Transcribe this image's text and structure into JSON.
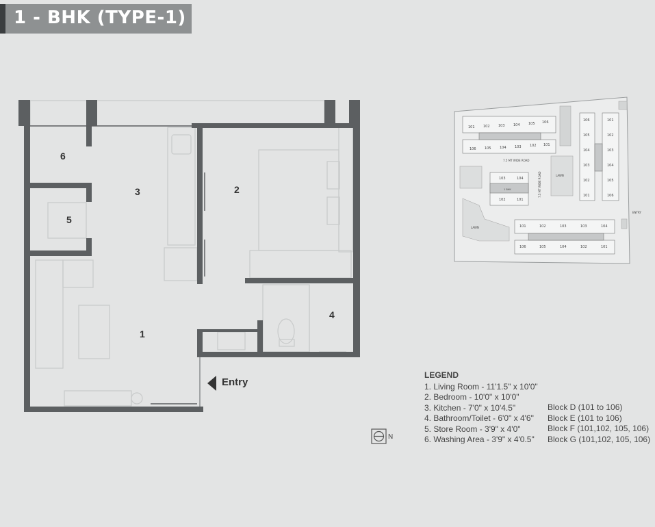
{
  "title": "1 - BHK (TYPE-1)",
  "entry_label": "Entry",
  "rooms": {
    "r1": "1",
    "r2": "2",
    "r3": "3",
    "r4": "4",
    "r5": "5",
    "r6": "6"
  },
  "legend": {
    "heading": "LEGEND",
    "items": [
      "1. Living Room - 11'1.5\" x 10'0\"",
      "2. Bedroom - 10'0\" x 10'0\"",
      "3. Kitchen - 7'0\" x 10'4.5\"",
      "4. Bathroom/Toilet - 6'0\" x 4'6\"",
      "5. Store Room - 3'9\" x 4'0\"",
      "6. Washing Area - 3'9\" x 4'0.5\""
    ],
    "blocks": [
      "Block D (101 to 106)",
      "Block E (101 to 106)",
      "Block F (101,102, 105, 106)",
      "Block G (101,102, 105, 106)"
    ]
  },
  "north_label": "N",
  "site_plan": {
    "top_row_a": [
      "101",
      "102",
      "103",
      "104",
      "105",
      "106"
    ],
    "top_row_b": [
      "106",
      "105",
      "104",
      "103",
      "102",
      "101"
    ],
    "right_col_a": [
      "106",
      "105",
      "104",
      "103",
      "102",
      "101"
    ],
    "right_col_b": [
      "101",
      "102",
      "103",
      "104",
      "105",
      "106"
    ],
    "mid_a": [
      "103",
      "104"
    ],
    "mid_b": [
      "102",
      "101"
    ],
    "bottom_row_a": [
      "101",
      "102",
      "103",
      "103",
      "104"
    ],
    "bottom_row_b": [
      "106",
      "105",
      "104",
      "102",
      "101"
    ],
    "unit_tag": "1 BHK",
    "road_label": "7.5 MT WIDE ROAD",
    "road_label_v": "7.5 MT WIDE ROAD",
    "lawn_label": "LAWN",
    "lawn_label_2": "LAWN",
    "entry_label": "ENTRY"
  }
}
